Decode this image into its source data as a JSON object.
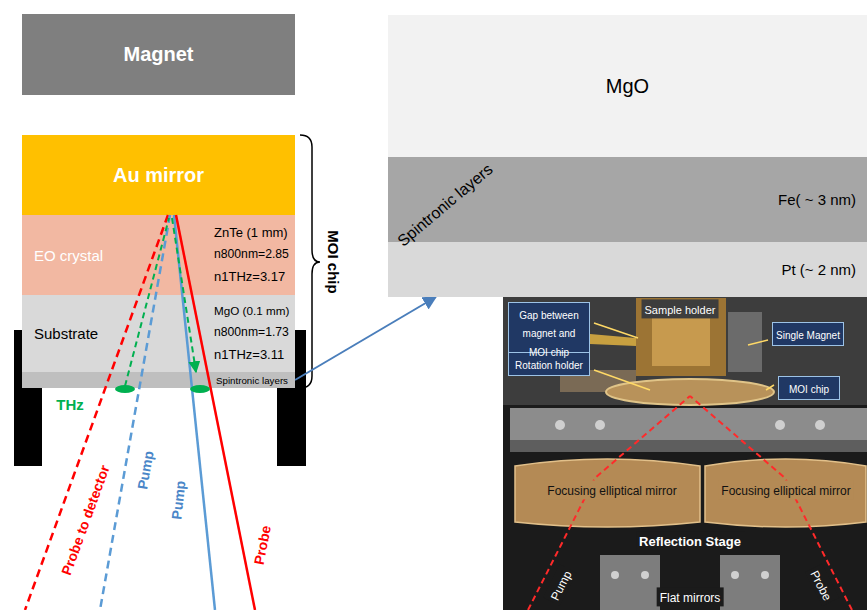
{
  "diagram": {
    "nodes": [
      {
        "text": [
          "Magnet"
        ]
      },
      {
        "text": [
          "Au mirror"
        ]
      },
      {
        "text": [
          "EO crystal",
          "ZnTe (1 mm)",
          "n800nm=2.85",
          "n1THz=3.17"
        ]
      },
      {
        "text": [
          "Substrate",
          "MgO (0.1 mm)",
          "n800nm=1.73",
          "n1THz=3.11"
        ]
      },
      {
        "text": [
          "Spintronic layers"
        ]
      },
      {
        "text": [
          "MgO"
        ]
      },
      {
        "text": [
          "Fe( ~ 3 nm)"
        ]
      },
      {
        "text": [
          "Pt (~ 2 nm)"
        ]
      }
    ],
    "edges": [
      {
        "from": 4,
        "to": 7,
        "arrow": "to"
      }
    ],
    "labels": [
      "MOI chip",
      "THz",
      "Probe to detector",
      "Pump",
      "Pump",
      "Probe",
      "Spintronic layers",
      "Sample holder",
      "Gap between magnet and MOI chip",
      "Single Magnet",
      "Rotation holder",
      "MOI chip",
      "Focusing elliptical mirror",
      "Focusing elliptical mirror",
      "Reflection Stage",
      "Flat mirrors",
      "Pump",
      "Probe"
    ]
  }
}
